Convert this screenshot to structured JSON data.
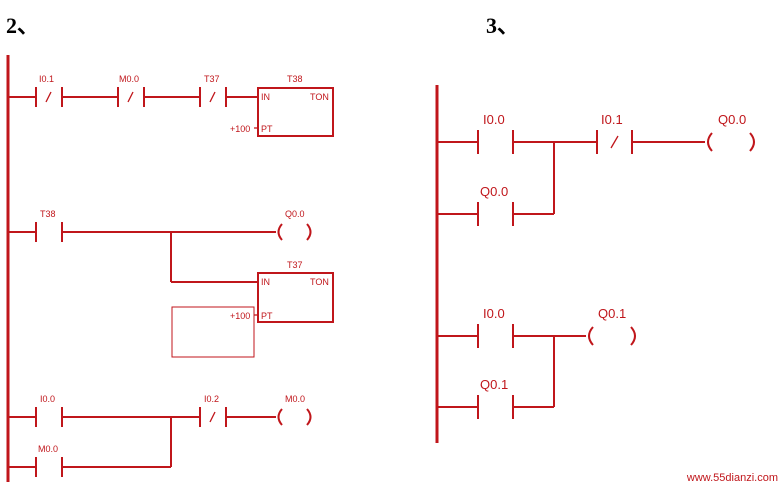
{
  "headings": {
    "left": "2、",
    "right": "3、"
  },
  "diagram2": {
    "rung1": {
      "c1": "I0.1",
      "c2": "M0.0",
      "c3": "T37",
      "timer": "T38",
      "in": "IN",
      "ton": "TON",
      "pt": "PT",
      "preset": "+100"
    },
    "rung2": {
      "c1": "T38",
      "coil": "Q0.0",
      "timer": "T37",
      "in": "IN",
      "ton": "TON",
      "pt": "PT",
      "preset": "+100"
    },
    "rung3": {
      "c1": "I0.0",
      "c2": "I0.2",
      "coil": "M0.0",
      "branch": "M0.0"
    }
  },
  "diagram3": {
    "rung1": {
      "c1": "I0.0",
      "c2": "I0.1",
      "coil": "Q0.0",
      "branch": "Q0.0"
    },
    "rung2": {
      "c1": "I0.0",
      "coil": "Q0.1",
      "branch": "Q0.1"
    }
  },
  "watermark": "www.55dianzi.com"
}
